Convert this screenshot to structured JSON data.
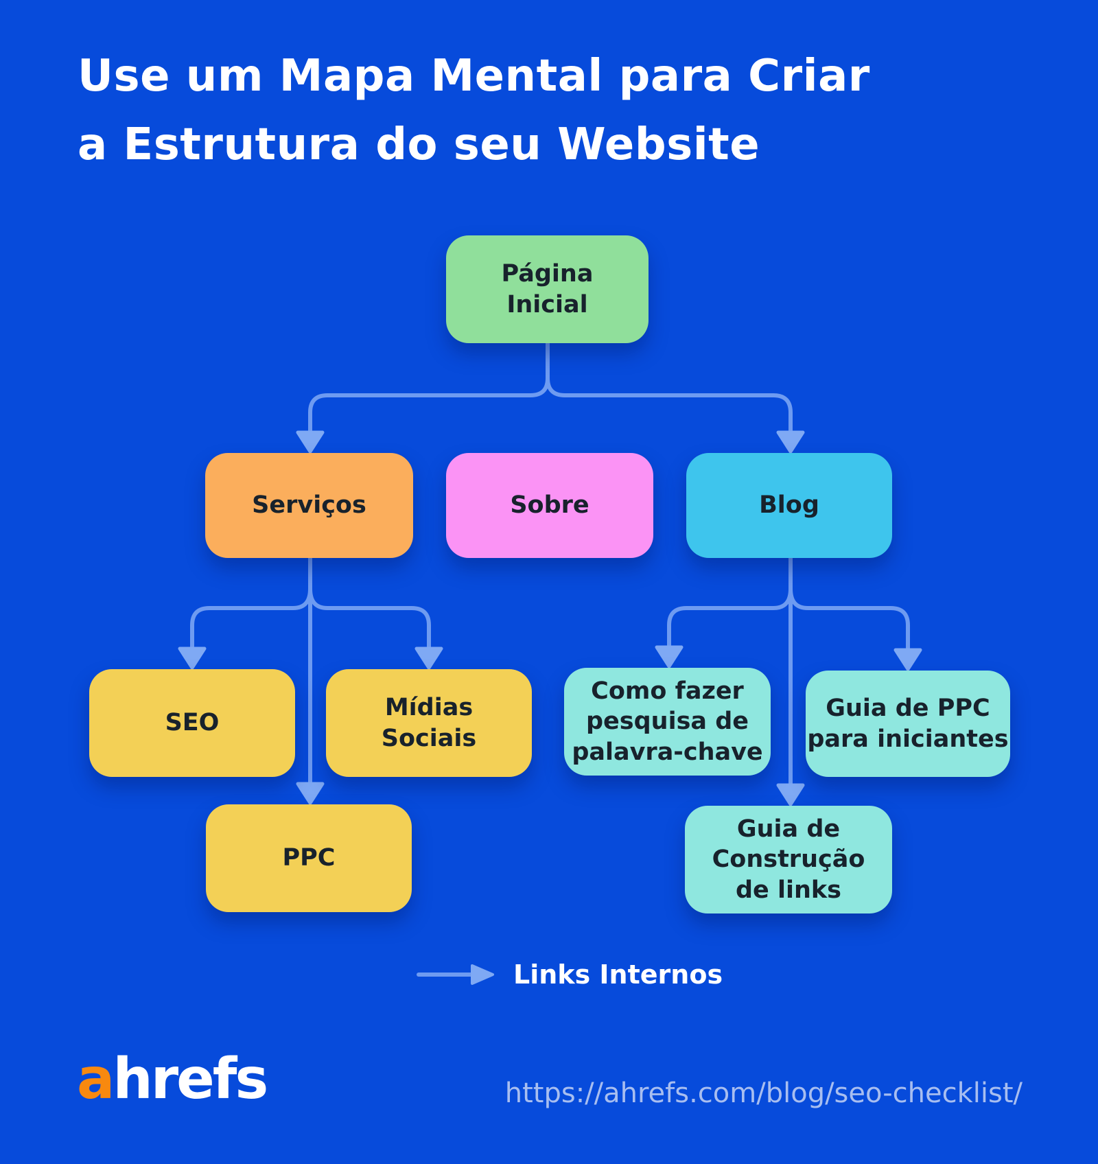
{
  "title": "Use um Mapa Mental para Criar\na Estrutura do seu Website",
  "nodes": {
    "pagina_inicial": {
      "label": "Página\nInicial",
      "color": "#90DF9B"
    },
    "servicos": {
      "label": "Serviços",
      "color": "#FBAE5C"
    },
    "sobre": {
      "label": "Sobre",
      "color": "#FB93F5"
    },
    "blog": {
      "label": "Blog",
      "color": "#3EC5ED"
    },
    "seo": {
      "label": "SEO",
      "color": "#F3D056"
    },
    "midias_sociais": {
      "label": "Mídias\nSociais",
      "color": "#F3D056"
    },
    "ppc": {
      "label": "PPC",
      "color": "#F3D056"
    },
    "como_fazer": {
      "label": "Como fazer\npesquisa de\npalavra-chave",
      "color": "#8FE7DF"
    },
    "guia_ppc": {
      "label": "Guia de PPC\npara iniciantes",
      "color": "#8FE7DF"
    },
    "guia_construcao": {
      "label": "Guia de\nConstrução\nde links",
      "color": "#8FE7DF"
    }
  },
  "legend": {
    "label": "Links Internos"
  },
  "footer": {
    "logo_accent_letter": "a",
    "logo_rest": "hrefs",
    "url": "https://ahrefs.com/blog/seo-checklist/"
  },
  "colors": {
    "background": "#074BDB",
    "connector_line": "#6E9BF1",
    "arrowhead": "#7FA9F4",
    "title_text": "#FFFFFF",
    "node_text": "#18222C",
    "url_text": "#A8BEF0",
    "logo_accent": "#F8890F"
  }
}
